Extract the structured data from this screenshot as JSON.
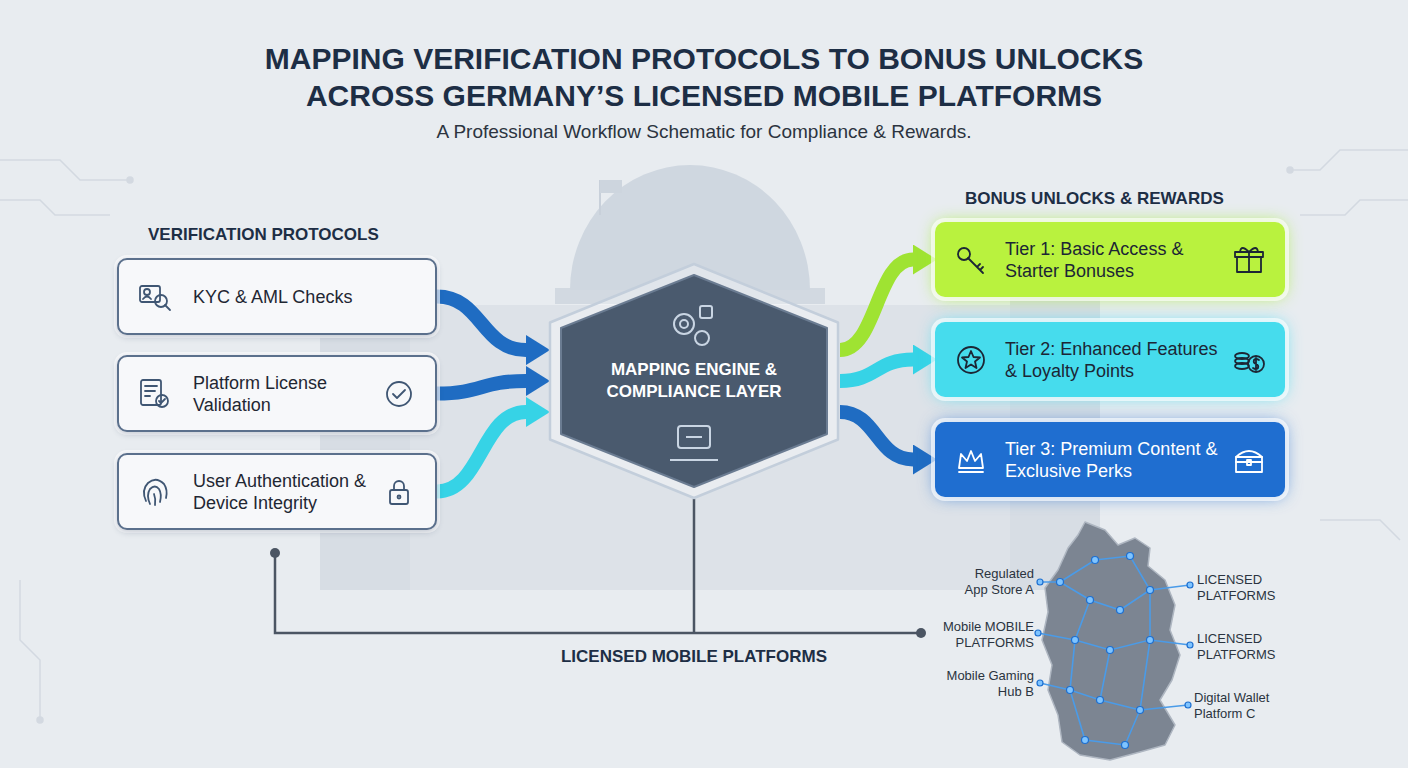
{
  "diagram": {
    "title": "MAPPING VERIFICATION PROTOCOLS TO BONUS UNLOCKS ACROSS GERMANY’S LICENSED MOBILE PLATFORMS",
    "caption": "A Professional Workflow Schematic for Compliance & Rewards.",
    "nodes": [
      {
        "text": [
          "KYC & AML Checks"
        ]
      },
      {
        "text": [
          "Platform License Validation"
        ]
      },
      {
        "text": [
          "User Authentication & Device Integrity"
        ]
      },
      {
        "text": [
          "MAPPING ENGINE & COMPLIANCE LAYER"
        ]
      },
      {
        "text": [
          "Tier 1: Basic Access & Starter Bonuses"
        ]
      },
      {
        "text": [
          "Tier 2: Enhanced Features & Loyalty Points"
        ]
      },
      {
        "text": [
          "Tier 3: Premium Content & Exclusive Perks"
        ]
      }
    ],
    "edges": [
      {
        "from": 0,
        "to": 3,
        "arrow": "to"
      },
      {
        "from": 1,
        "to": 3,
        "arrow": "to"
      },
      {
        "from": 2,
        "to": 3,
        "arrow": "to"
      },
      {
        "from": 3,
        "to": 4,
        "arrow": "to"
      },
      {
        "from": 3,
        "to": 5,
        "arrow": "to"
      },
      {
        "from": 3,
        "to": 6,
        "arrow": "to"
      }
    ],
    "labels": [
      "VERIFICATION PROTOCOLS",
      "BONUS UNLOCKS & REWARDS",
      "LICENSED MOBILE PLATFORMS",
      "Regulated App Store A",
      "Mobile MOBILE PLATFORMS",
      "LICENSED PLATFORMS",
      "Mobile Gaming Hub B",
      "LICENSED PLATFORMS",
      "Digital Wallet Platform C"
    ]
  }
}
